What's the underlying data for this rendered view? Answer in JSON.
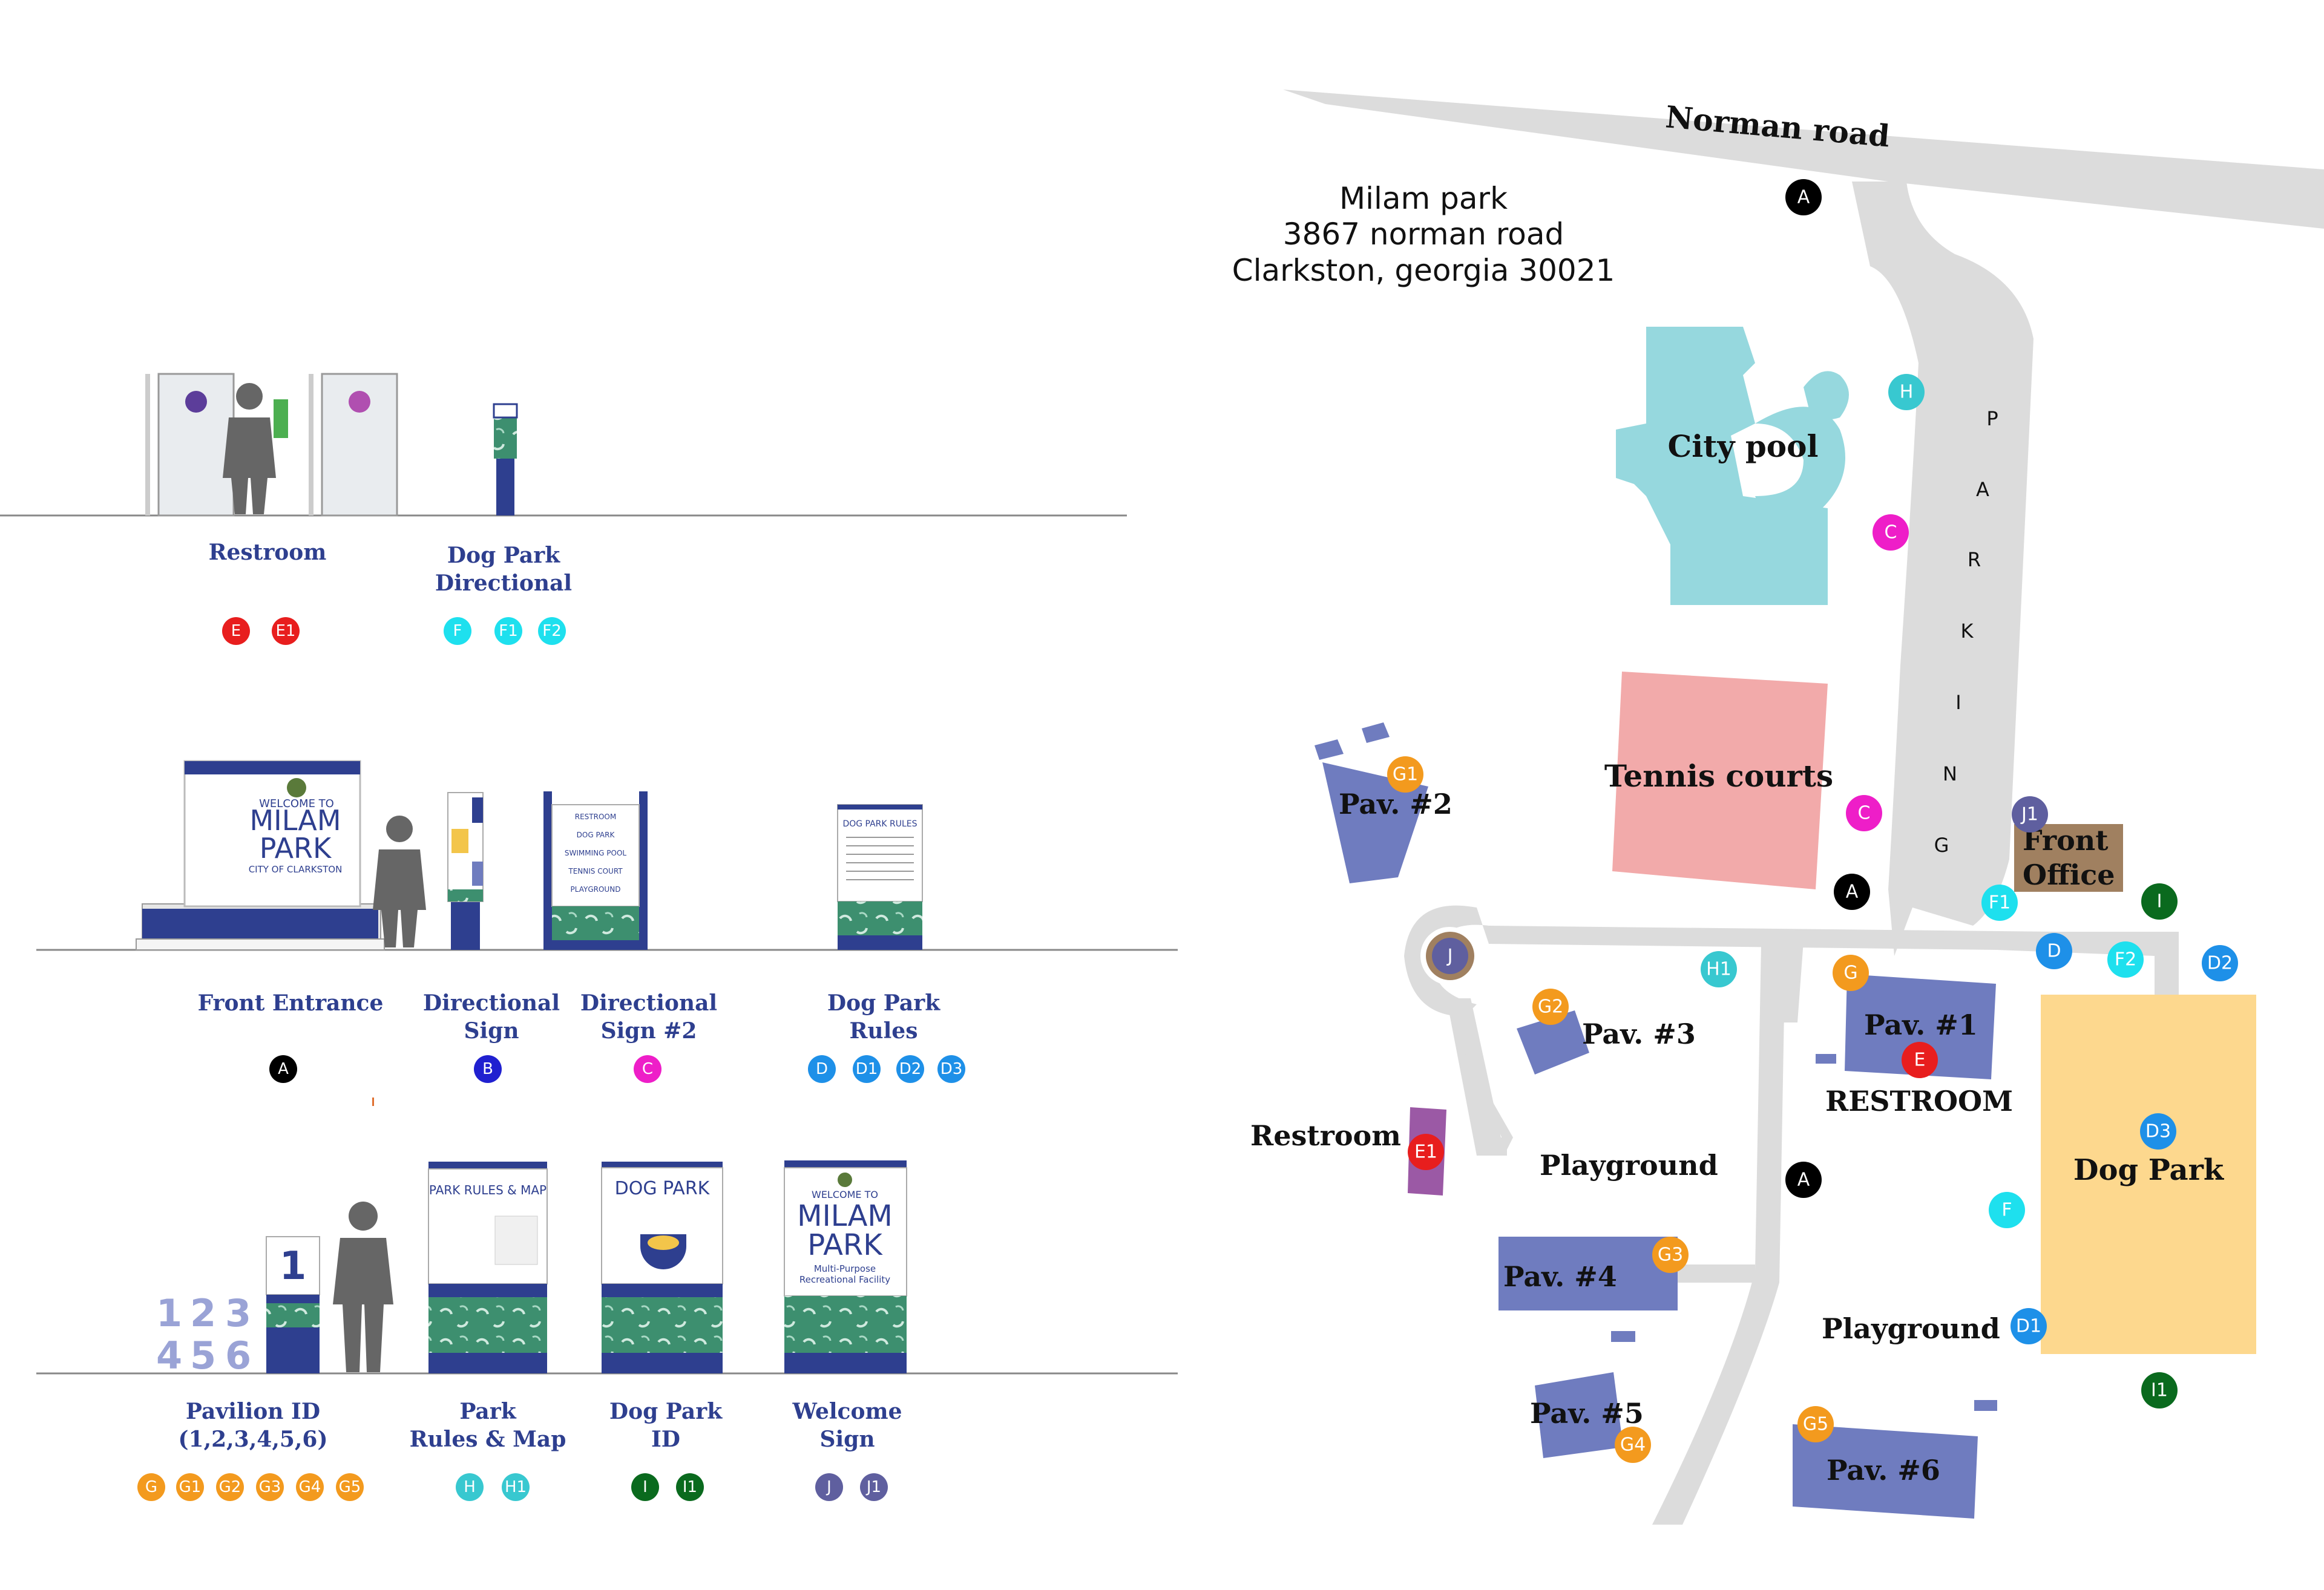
{
  "colors": {
    "navy": "#2e3f8f",
    "road": "#dcdcdc",
    "pool": "#96d8de",
    "tennis": "#f2aaaa",
    "pavilion": "#6f7cbf",
    "dogpark": "#fdd88e",
    "frontoffice": "#a08060",
    "restroom": "#9b59a5",
    "pattern": "#3d8f6f"
  },
  "badge_colors": {
    "A": "#000000",
    "B": "#2020d0",
    "C": "#ee1ec8",
    "D": "#1e90e8",
    "E": "#e81e1e",
    "F": "#1ee0ee",
    "G": "#f39a1e",
    "H": "#38c8d0",
    "I": "#0a6a1e",
    "J": "#5f5f9f"
  },
  "legend": {
    "restroom": {
      "label": [
        "Restroom"
      ],
      "badges": [
        "E",
        "E1"
      ]
    },
    "dog_park_directional": {
      "label": [
        "Dog Park",
        "Directional"
      ],
      "badges": [
        "F",
        "F1",
        "F2"
      ]
    },
    "front_entrance": {
      "label": [
        "Front Entrance"
      ],
      "badges": [
        "A"
      ]
    },
    "directional_sign": {
      "label": [
        "Directional",
        "Sign"
      ],
      "badges": [
        "B"
      ]
    },
    "directional_sign_2": {
      "label": [
        "Directional",
        "Sign #2"
      ],
      "badges": [
        "C"
      ]
    },
    "dog_park_rules": {
      "label": [
        "Dog Park",
        "Rules"
      ],
      "badges": [
        "D",
        "D1",
        "D2",
        "D3"
      ]
    },
    "pavilion_id": {
      "label": [
        "Pavilion ID",
        "(1,2,3,4,5,6)"
      ],
      "badges": [
        "G",
        "G1",
        "G2",
        "G3",
        "G4",
        "G5"
      ]
    },
    "park_rules_map": {
      "label": [
        "Park",
        "Rules & Map"
      ],
      "badges": [
        "H",
        "H1"
      ]
    },
    "dog_park_id": {
      "label": [
        "Dog Park",
        "ID"
      ],
      "badges": [
        "I",
        "I1"
      ]
    },
    "welcome_sign": {
      "label": [
        "Welcome",
        "Sign"
      ],
      "badges": [
        "J",
        "J1"
      ]
    }
  },
  "sign_text": {
    "entrance_welcome": "WELCOME TO",
    "entrance_name1": "MILAM",
    "entrance_name2": "PARK",
    "entrance_city": "CITY OF CLARKSTON",
    "rules_title": "DOG PARK RULES",
    "park_rules_title": "PARK RULES & MAP",
    "dog_park_id_title": "DOG PARK",
    "welcome_welcome": "WELCOME TO",
    "welcome_name1": "MILAM",
    "welcome_name2": "PARK",
    "welcome_sub1": "Multi-Purpose",
    "welcome_sub2": "Recreational Facility",
    "pavilion_digits": [
      "1",
      "2",
      "3",
      "4",
      "5",
      "6"
    ],
    "pavilion_sign_digit": "1",
    "directional_items": [
      "RESTROOM",
      "DOG PARK",
      "SWIMMING POOL",
      "TENNIS COURT",
      "PLAYGROUND"
    ]
  },
  "map": {
    "road_name": "Norman road",
    "address": [
      "Milam park",
      "3867 norman road",
      "Clarkston, georgia 30021"
    ],
    "parking_letters": [
      "P",
      "A",
      "R",
      "K",
      "I",
      "N",
      "G"
    ],
    "areas": {
      "city_pool": "City pool",
      "tennis_courts": "Tennis courts",
      "front_office": [
        "Front",
        "Office"
      ],
      "pav1": "Pav. #1",
      "pav2": "Pav. #2",
      "pav3": "Pav. #3",
      "pav4": "Pav. #4",
      "pav5": "Pav. #5",
      "pav6": "Pav. #6",
      "restroom_main": "RESTROOM",
      "restroom_west": "Restroom",
      "playground1": "Playground",
      "playground2": "Playground",
      "dog_park": "Dog Park"
    },
    "markers": [
      "A",
      "H",
      "C",
      "C",
      "J1",
      "G1",
      "A",
      "F1",
      "I",
      "D",
      "F2",
      "D2",
      "J",
      "H1",
      "G",
      "G2",
      "E",
      "D3",
      "E1",
      "A",
      "F",
      "G3",
      "D1",
      "I1",
      "G4",
      "G5"
    ]
  }
}
